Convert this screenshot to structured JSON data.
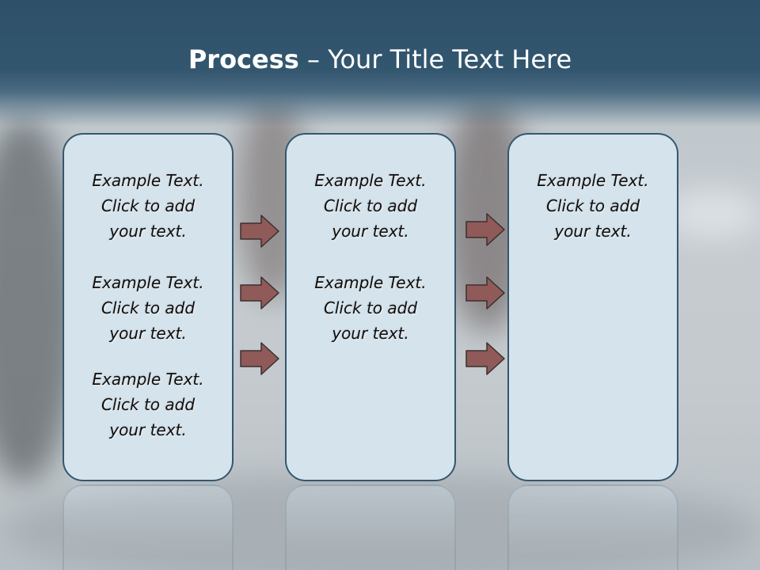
{
  "title": {
    "bold": "Process",
    "rest": "– Your Title Text Here"
  },
  "colors": {
    "header": "#33566f",
    "panel_fill": "#d4e3ec",
    "panel_border": "#35576e",
    "arrow_fill": "#8f5a58",
    "arrow_stroke": "#3a3030"
  },
  "columns": [
    {
      "items": [
        {
          "lines": [
            "Example Text.",
            "Click  to add",
            "your text."
          ]
        },
        {
          "lines": [
            "Example Text.",
            "Click  to add",
            "your text."
          ]
        },
        {
          "lines": [
            "Example Text.",
            "Click  to add",
            "your text."
          ]
        }
      ]
    },
    {
      "items": [
        {
          "lines": [
            "Example Text.",
            "Click  to add",
            "your text."
          ]
        },
        {
          "lines": [
            "Example Text.",
            "Click  to add",
            "your text."
          ]
        }
      ]
    },
    {
      "items": [
        {
          "lines": [
            "Example Text.",
            "Click  to add",
            "your text."
          ]
        }
      ]
    }
  ],
  "arrows": [
    "right-arrow-icon",
    "right-arrow-icon",
    "right-arrow-icon",
    "right-arrow-icon",
    "right-arrow-icon",
    "right-arrow-icon"
  ]
}
